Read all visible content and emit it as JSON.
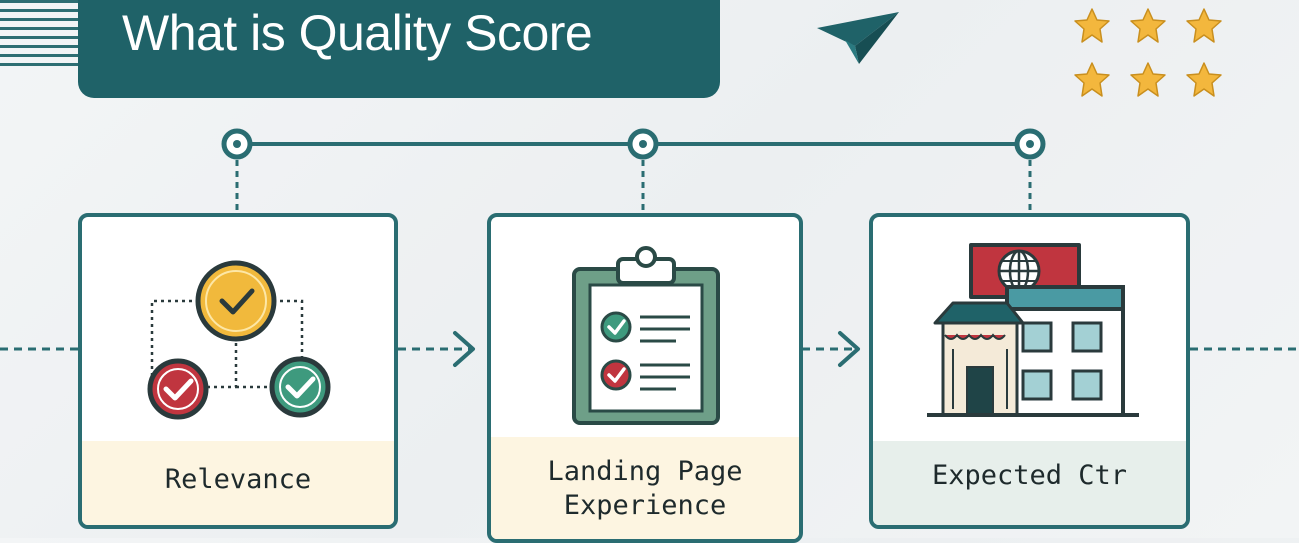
{
  "title": "What is Quality Score",
  "colors": {
    "primary": "#1f6268",
    "accent_yellow": "#f1b93c",
    "accent_red": "#c0353f",
    "accent_green": "#3e9a7e",
    "band_yellow": "#fdf5e1",
    "band_green": "#e7efeb"
  },
  "decorations": {
    "stars": 6,
    "icon": "paper-plane-icon"
  },
  "steps": [
    {
      "label": "Relevance",
      "icon": "relevance-checks-icon"
    },
    {
      "label_lines": [
        "Landing Page",
        "Experience"
      ],
      "icon": "clipboard-checklist-icon"
    },
    {
      "label": "Expected Ctr",
      "icon": "storefront-building-icon"
    }
  ]
}
